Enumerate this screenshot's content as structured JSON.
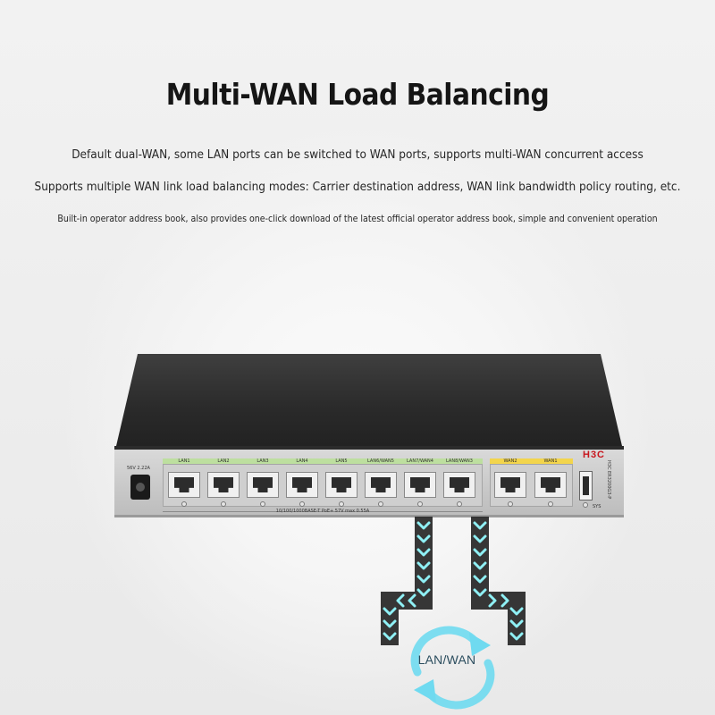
{
  "header": {
    "title": "Multi-WAN Load Balancing",
    "lines": [
      "Default dual-WAN, some LAN ports can be switched to WAN ports, supports multi-WAN concurrent access",
      "Supports multiple WAN link load balancing modes: Carrier destination address, WAN link bandwidth policy routing, etc.",
      "Built-in operator address book, also provides one-click download of the latest official operator address book, simple and convenient operation"
    ]
  },
  "device": {
    "brand": "H3C",
    "power_label": "56V  2.22A",
    "lan_ports": [
      "LAN1",
      "LAN2",
      "LAN3",
      "LAN4",
      "LAN5",
      "LAN6/WAN5",
      "LAN7/WAN4",
      "LAN8/WAN3"
    ],
    "wan_ports": [
      "WAN2",
      "WAN1"
    ],
    "poe_caption": "10/100/1000BASE-T PoE+ 57V max 0.55A",
    "sys_label": "SYS",
    "model": "H3C ER3200G3-P"
  },
  "diagram": {
    "loop_label": "LAN/WAN"
  },
  "colors": {
    "arrow_band": "#262626",
    "arrow_glow": "#7fe3ee",
    "lan_stripe": "#bddf9f",
    "wan_stripe": "#f3d54c",
    "brand": "#c8161d"
  }
}
